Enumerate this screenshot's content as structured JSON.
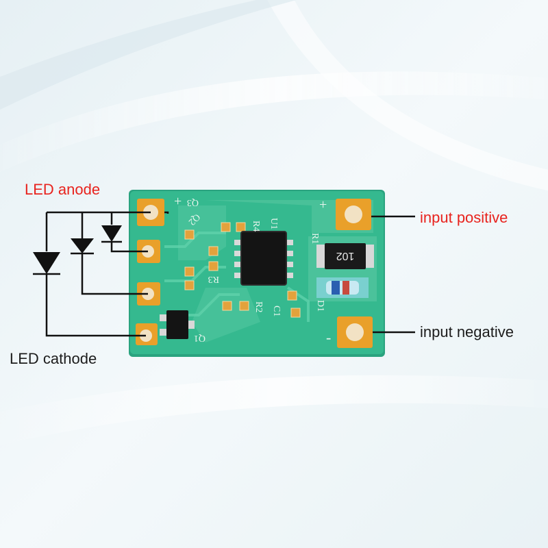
{
  "labels": {
    "led_anode": "LED anode",
    "led_cathode": "LED cathode",
    "input_positive": "input positive",
    "input_negative": "input negative"
  },
  "board": {
    "silkscreen": {
      "q3": "Q3",
      "q2": "Q2",
      "q1": "Q1",
      "u1": "U1",
      "r1": "R1",
      "r2": "R2",
      "r3": "R3",
      "r4": "R4",
      "c1": "C1",
      "d1": "D1",
      "plus_left": "+",
      "plus_right": "+",
      "minus_right": "-"
    },
    "resistor_marking": "102"
  },
  "colors": {
    "accent_label": "#e8231e",
    "label_text": "#1c1c1c",
    "pcb": "#2fb38a",
    "pad": "#e9a02a",
    "background": "#eef5f7"
  }
}
